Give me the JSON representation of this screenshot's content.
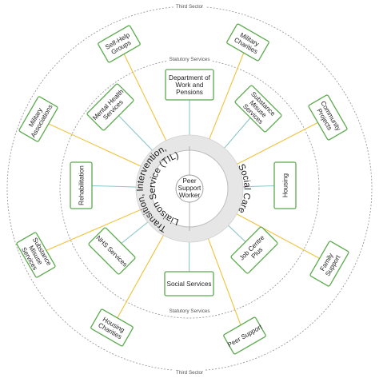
{
  "rings": {
    "third_sector_top": "Third Sector",
    "third_sector_bottom": "Third Sector",
    "statutory_top": "Statutory Services",
    "statutory_bottom": "Statutory Services"
  },
  "center": {
    "lines": [
      "Peer",
      "Support",
      "Worker"
    ]
  },
  "arcs": {
    "left_line1": "Transition, Intervention,",
    "left_line2": "Liaison Service (TIL)",
    "right": "Social Care"
  },
  "inner_nodes": [
    {
      "id": "dwp",
      "lines": [
        "Department of",
        "Work and",
        "Pensions"
      ]
    },
    {
      "id": "substance-inner",
      "lines": [
        "Substance",
        "Misuse",
        "Services"
      ]
    },
    {
      "id": "housing",
      "lines": [
        "Housing"
      ]
    },
    {
      "id": "job-centre",
      "lines": [
        "Job Centre",
        "Plus"
      ]
    },
    {
      "id": "social-services",
      "lines": [
        "Social Services"
      ]
    },
    {
      "id": "nhs",
      "lines": [
        "NHS Services"
      ]
    },
    {
      "id": "rehab",
      "lines": [
        "Rehabilitation"
      ]
    },
    {
      "id": "mental-health",
      "lines": [
        "Mental Health",
        "Services"
      ]
    }
  ],
  "outer_nodes": [
    {
      "id": "self-help",
      "lines": [
        "Self-Help",
        "Groups"
      ]
    },
    {
      "id": "military-charities",
      "lines": [
        "Military",
        "Charities"
      ]
    },
    {
      "id": "community-projects",
      "lines": [
        "Community",
        "Projects"
      ]
    },
    {
      "id": "family-support",
      "lines": [
        "Family",
        "Support"
      ]
    },
    {
      "id": "peer-support",
      "lines": [
        "Peer Support"
      ]
    },
    {
      "id": "housing-charities",
      "lines": [
        "Housing",
        "Charities"
      ]
    },
    {
      "id": "substance-outer",
      "lines": [
        "Substance",
        "Misuse",
        "Services"
      ]
    },
    {
      "id": "military-associations",
      "lines": [
        "Military",
        "Associations"
      ]
    }
  ],
  "colors": {
    "node_border": "#5aaa4c",
    "connector_inner": "#8cc7c9",
    "connector_outer": "#f0c23a",
    "ring_dashed": "#9a9a9a"
  }
}
